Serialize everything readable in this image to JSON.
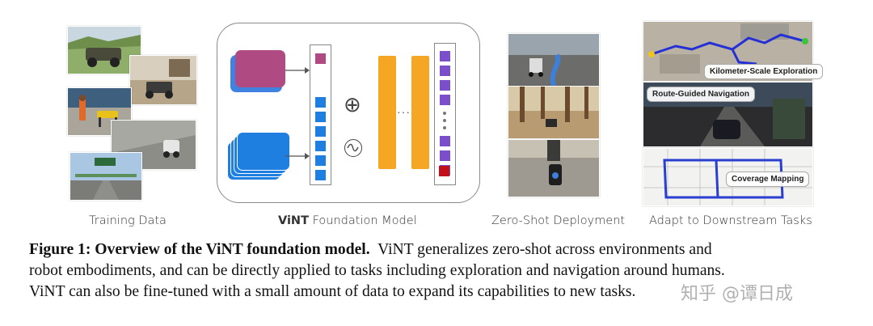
{
  "panels": {
    "training": {
      "label": "Training Data"
    },
    "model": {
      "label_bold": "ViNT",
      "label_rest": " Foundation Model"
    },
    "deployment": {
      "label": "Zero-Shot Deployment"
    },
    "downstream": {
      "label": "Adapt to Downstream Tasks",
      "tags": {
        "exploration": "Kilometer-Scale Exploration",
        "route": "Route-Guided Navigation",
        "coverage": "Coverage Mapping"
      }
    }
  },
  "model_diagram": {
    "ops": {
      "add": "⊕",
      "sinusoid": "∿"
    },
    "ellipsis_h": "···",
    "colors": {
      "goal_token": "#b04a82",
      "obs_token": "#1e7fe0",
      "transformer": "#f5a623",
      "output_token": "#7b4fc9",
      "final_token": "#c0101a"
    }
  },
  "caption": {
    "figure_label": "Figure 1:",
    "title": "Overview of the ViNT foundation model.",
    "line1_rest": "ViNT generalizes zero-shot across environments and",
    "line2": "robot embodiments, and can be directly applied to tasks including exploration and navigation around humans.",
    "line3": "ViNT can also be fine-tuned with a small amount of data to expand its capabilities to new tasks."
  },
  "watermark": "知乎 @谭日成"
}
